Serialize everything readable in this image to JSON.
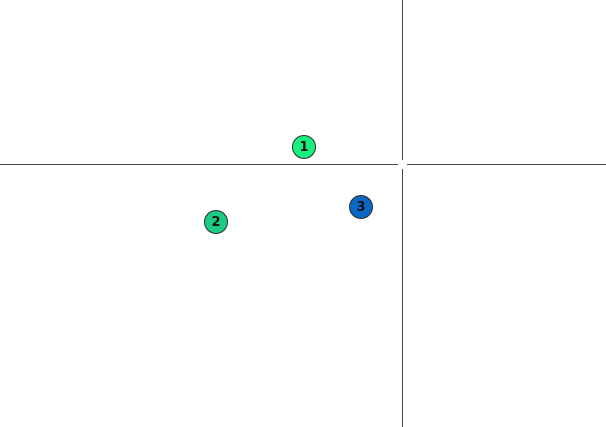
{
  "markers": [
    {
      "label": "1",
      "color": "#19ef7e"
    },
    {
      "label": "2",
      "color": "#1bcc84"
    },
    {
      "label": "3",
      "color": "#0a68c4"
    }
  ],
  "crosshair_color": "#4a4a4a",
  "background_color": "#ffffff"
}
